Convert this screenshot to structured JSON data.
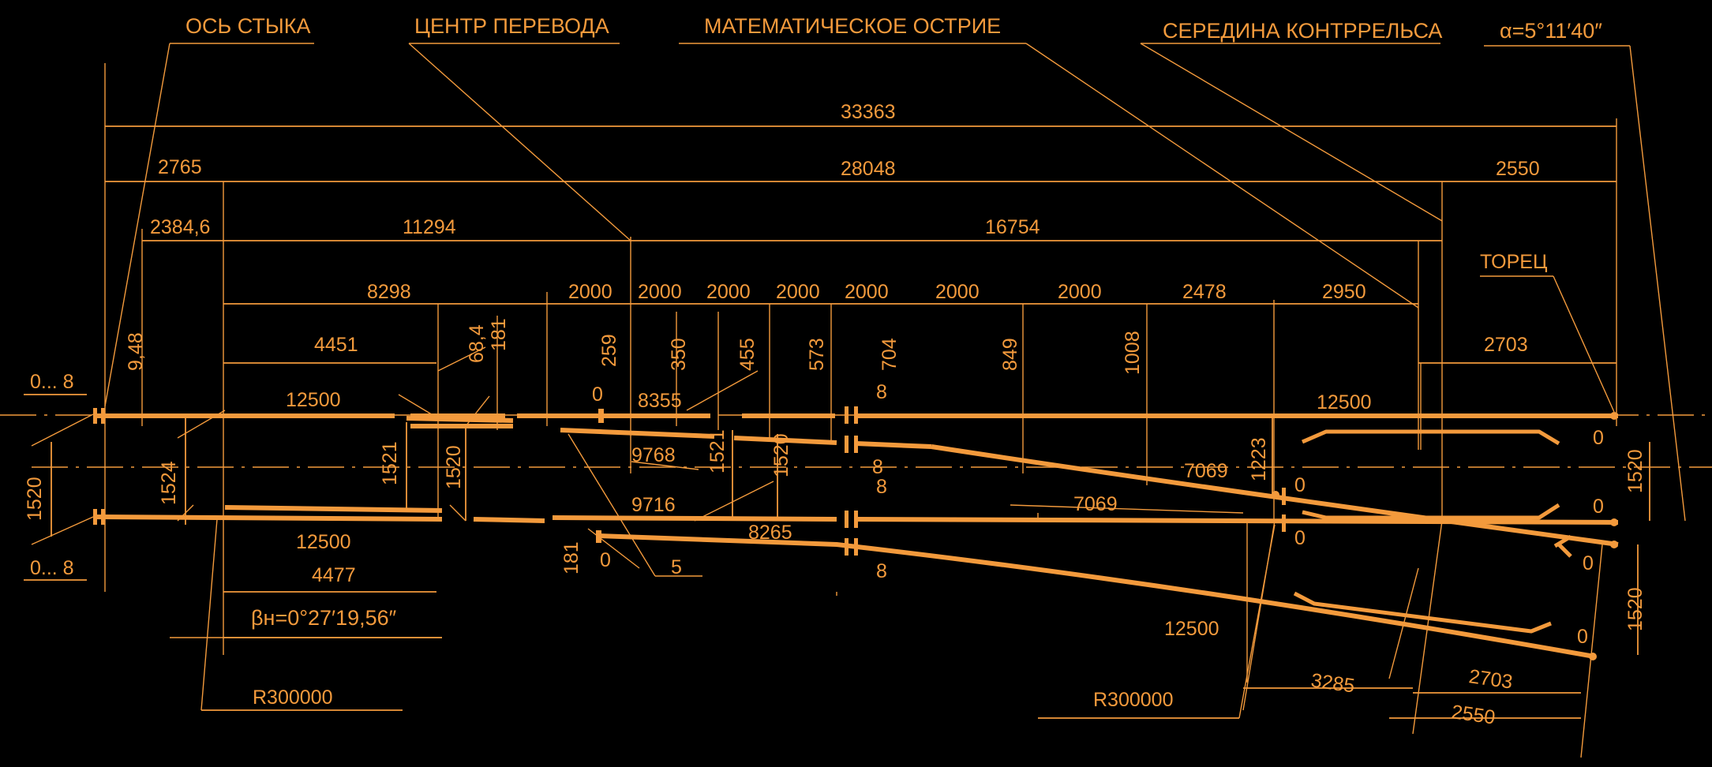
{
  "labels": {
    "joint_axis": "ОСЬ СТЫКА",
    "switch_center": "ЦЕНТР ПЕРЕВОДА",
    "math_point": "МАТЕМАТИЧЕСКОЕ ОСТРИЕ",
    "check_rail_middle": "СЕРЕДИНА КОНТРРЕЛЬСА",
    "alpha": "α=5°11′40″",
    "end_face": "ТОРЕЦ",
    "beta": "βн=0°27′19,56″",
    "radius_left": "R300000",
    "radius_right": "R300000"
  },
  "dims": {
    "overall": "33363",
    "d2765": "2765",
    "d28048": "28048",
    "d2550_top": "2550",
    "d2384": "2384,6",
    "d11294": "11294",
    "d16754": "16754",
    "d8298": "8298",
    "s1": "2000",
    "s2": "2000",
    "s3": "2000",
    "s4": "2000",
    "s5": "2000",
    "s6": "2000",
    "s7": "2000",
    "d2478": "2478",
    "d2950": "2950",
    "d2703_top": "2703",
    "d4451": "4451",
    "d4477": "4477",
    "gap_top": "0... 8",
    "gap_bottom": "0... 8",
    "d948": "9,48",
    "d684": "68,4",
    "d181_top": "181",
    "o259": "259",
    "o350": "350",
    "o455": "455",
    "o573": "573",
    "o704": "704",
    "o849": "849",
    "o1008": "1008",
    "o1223": "1223",
    "g1520_left": "1520",
    "g1524": "1524",
    "g1521_a": "1521",
    "g1520_b": "1520",
    "g1521_c": "1521",
    "g1520_d": "1520",
    "g1520_r1": "1520",
    "g1520_r2": "1520",
    "l12500_tl": "12500",
    "l12500_bl": "12500",
    "l12500_tr": "12500",
    "l12500_br": "12500",
    "l8355": "8355",
    "l9768": "9768",
    "l9716": "9716",
    "l8265": "8265",
    "l7069_a": "7069",
    "l7069_b": "7069",
    "z1": "0",
    "z2": "0",
    "z3": "0",
    "z4": "0",
    "z5": "0",
    "z6": "0",
    "z7": "0",
    "z8": "0",
    "e8_a": "8",
    "e8_b": "8",
    "e8_c": "8",
    "e8_d": "8",
    "d181_bot": "181",
    "d5": "5",
    "d3285": "3285",
    "d2703_bot": "2703",
    "d2550_bot": "2550"
  }
}
